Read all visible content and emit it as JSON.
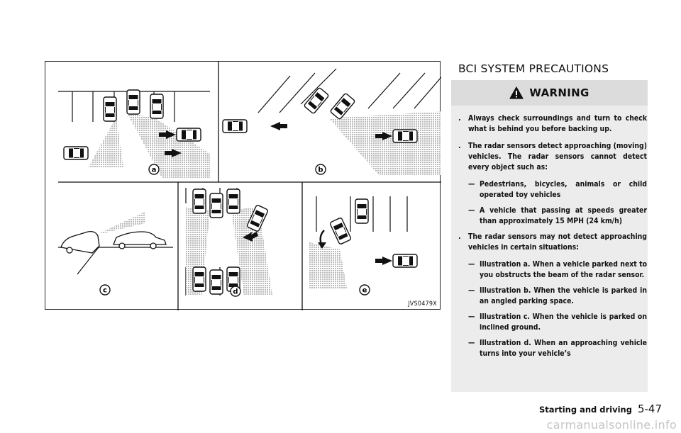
{
  "figure": {
    "code": "JVS0479X",
    "panel_labels": [
      "a",
      "b",
      "c",
      "d",
      "e"
    ]
  },
  "section_title": "BCI SYSTEM PRECAUTIONS",
  "warning": {
    "label": "WARNING",
    "bullets": [
      {
        "text": "Always check surroundings and turn to check what is behind you before backing up.",
        "subs": []
      },
      {
        "text": "The radar sensors detect approaching (moving) vehicles. The radar sensors cannot detect every object such as:",
        "subs": [
          "Pedestrians, bicycles, animals or child operated toy vehicles",
          "A vehicle that passing at speeds greater than approximately 15 MPH (24 km/h)"
        ]
      },
      {
        "text": "The radar sensors may not detect approaching vehicles in certain situations:",
        "subs": [
          "Illustration a. When a vehicle parked next to you obstructs the beam of the radar sensor.",
          "Illustration b. When the vehicle is parked in an angled parking space.",
          "Illustration c. When the vehicle is parked on inclined ground.",
          "Illustration d. When an approaching vehicle turns into your vehicle’s"
        ]
      }
    ]
  },
  "footer": {
    "section": "Starting and driving",
    "page": "5-47"
  },
  "watermark": "carmanualsonline.info"
}
